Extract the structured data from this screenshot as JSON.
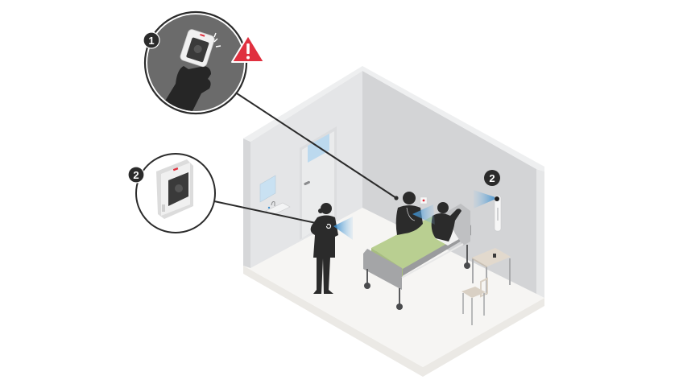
{
  "illustration": {
    "subject": "Body-worn camera use in a hospital patient room",
    "callouts": [
      {
        "id": "1",
        "label": "1",
        "description": "Hand holding body-worn camera with warning",
        "icon": "warning-triangle-icon"
      },
      {
        "id": "2",
        "label": "2",
        "description": "Body-worn camera device close-up"
      }
    ],
    "wall_badge": {
      "label": "2",
      "description": "Wall-mounted camera/dock"
    },
    "colors": {
      "background": "#ffffff",
      "left_wall": "#e4e5e7",
      "right_wall": "#d3d4d6",
      "wall_edge": "#eeeff0",
      "floor": "#f6f5f3",
      "floor_edge": "#ebe9e5",
      "silhouette": "#2b2b2b",
      "callout_dark_fill": "#6b6b6b",
      "badge": "#2b2b2b",
      "warning_red": "#e0303f",
      "camera_beam": "#3d8fce",
      "window_glass": "#bcd9ee",
      "blanket": "#b9cf91",
      "bed_frame": "#9a9b9d",
      "table_top": "#e2d9cd",
      "chair": "#d9d0c4"
    }
  }
}
